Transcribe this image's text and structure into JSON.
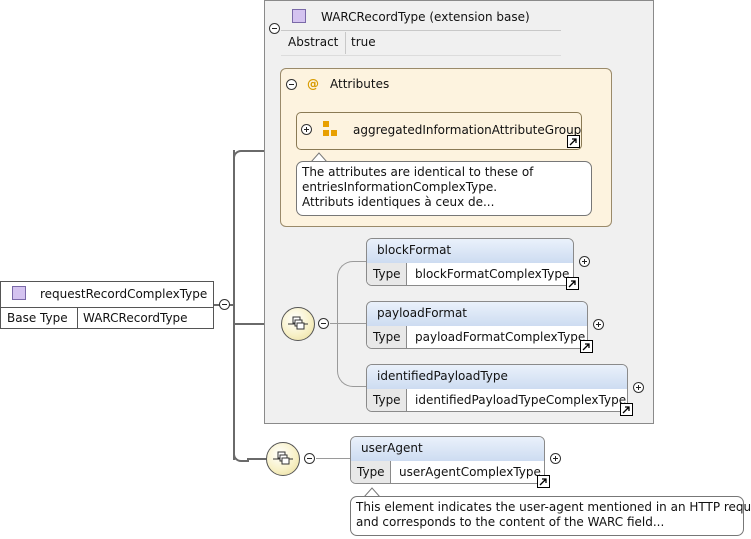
{
  "extension": {
    "title": "WARCRecordType (extension base)",
    "abstract_key": "Abstract",
    "abstract_value": "true"
  },
  "attributes": {
    "label": "Attributes",
    "at_symbol": "@",
    "group_name": "aggregatedInformationAttributeGroup",
    "note_lines": [
      "The attributes are identical to these of",
      "entriesInformationComplexType.",
      "Attributs identiques à ceux de..."
    ]
  },
  "root": {
    "name": "requestRecordComplexType",
    "base_key": "Base Type",
    "base_value": "WARCRecordType"
  },
  "sequence_elements": [
    {
      "name": "blockFormat",
      "type_key": "Type",
      "type_value": "blockFormatComplexType"
    },
    {
      "name": "payloadFormat",
      "type_key": "Type",
      "type_value": "payloadFormatComplexType"
    },
    {
      "name": "identifiedPayloadType",
      "type_key": "Type",
      "type_value": "identifiedPayloadTypeComplexType"
    }
  ],
  "user_agent": {
    "name": "userAgent",
    "type_key": "Type",
    "type_value": "userAgentComplexType",
    "note_lines": [
      "This element indicates the user-agent mentioned in an HTTP request",
      "and corresponds to the content of the WARC field..."
    ]
  },
  "colors": {
    "element_header": "#cddcf1",
    "attributes_panel": "#fdf3df",
    "extension_panel": "#f0f0f0",
    "connector": "#6a6a6a"
  }
}
